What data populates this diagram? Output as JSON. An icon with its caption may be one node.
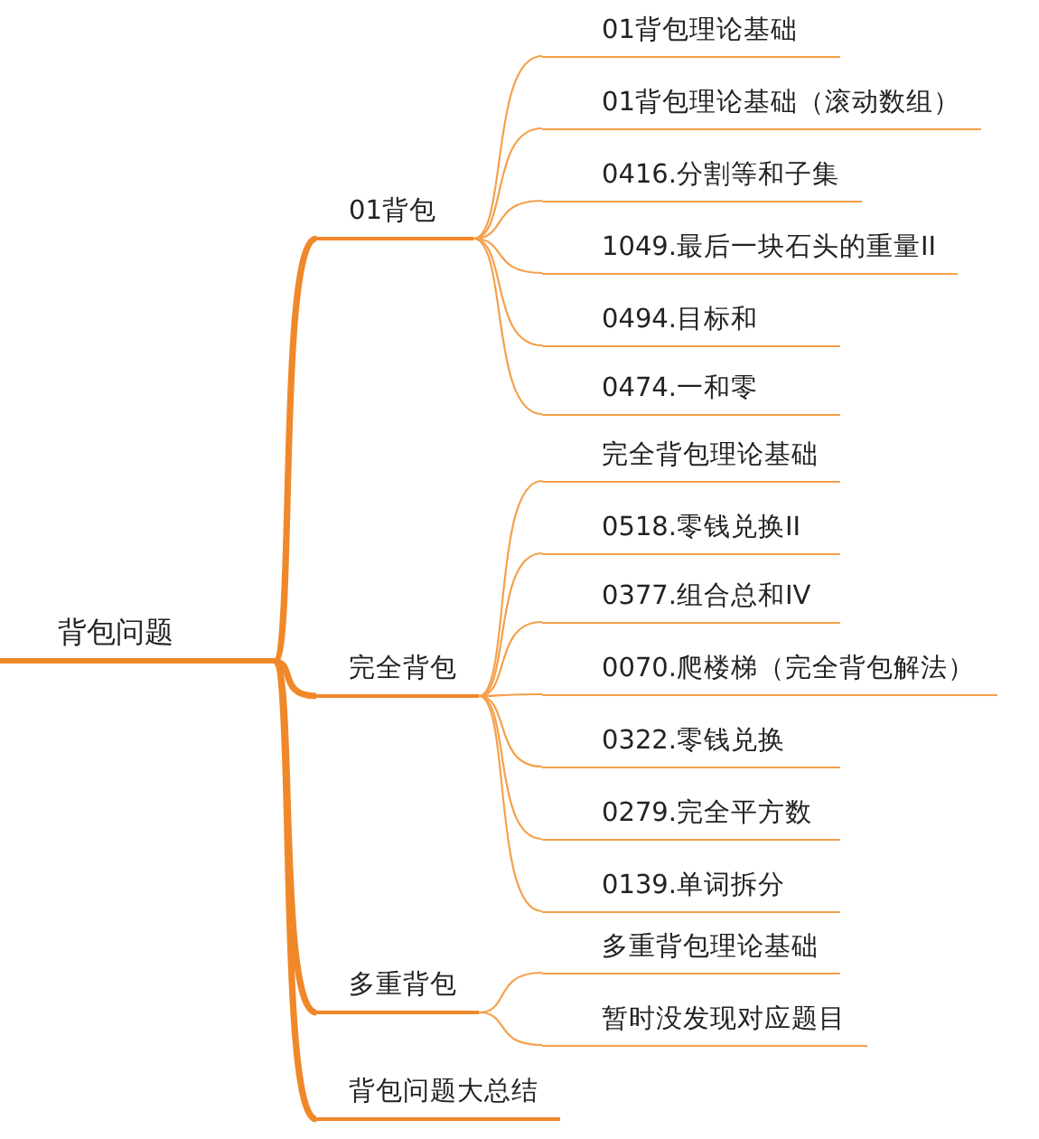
{
  "diagram": {
    "nodes": [
      {
        "text": [
          "背包问题"
        ]
      },
      {
        "text": [
          "01背包"
        ]
      },
      {
        "text": [
          "01背包理论基础"
        ]
      },
      {
        "text": [
          "01背包理论基础（滚动数组）"
        ]
      },
      {
        "text": [
          "0416.分割等和子集"
        ]
      },
      {
        "text": [
          "1049.最后一块石头的重量II"
        ]
      },
      {
        "text": [
          "0494.目标和"
        ]
      },
      {
        "text": [
          "0474.一和零"
        ]
      },
      {
        "text": [
          "完全背包"
        ]
      },
      {
        "text": [
          "完全背包理论基础"
        ]
      },
      {
        "text": [
          "0518.零钱兑换II"
        ]
      },
      {
        "text": [
          "0377.组合总和IV"
        ]
      },
      {
        "text": [
          "0070.爬楼梯（完全背包解法）"
        ]
      },
      {
        "text": [
          "0322.零钱兑换"
        ]
      },
      {
        "text": [
          "0279.完全平方数"
        ]
      },
      {
        "text": [
          "0139.单词拆分"
        ]
      },
      {
        "text": [
          "多重背包"
        ]
      },
      {
        "text": [
          "多重背包理论基础"
        ]
      },
      {
        "text": [
          "暂时没发现对应题目"
        ]
      },
      {
        "text": [
          "背包问题大总结"
        ]
      }
    ],
    "edges": [
      {
        "from": 0,
        "to": 1,
        "arrow": "none",
        "style": "thick"
      },
      {
        "from": 1,
        "to": 2,
        "arrow": "none"
      },
      {
        "from": 1,
        "to": 3,
        "arrow": "none"
      },
      {
        "from": 1,
        "to": 4,
        "arrow": "none"
      },
      {
        "from": 1,
        "to": 5,
        "arrow": "none"
      },
      {
        "from": 1,
        "to": 6,
        "arrow": "none"
      },
      {
        "from": 1,
        "to": 7,
        "arrow": "none"
      },
      {
        "from": 0,
        "to": 8,
        "arrow": "none",
        "style": "thick"
      },
      {
        "from": 8,
        "to": 9,
        "arrow": "none"
      },
      {
        "from": 8,
        "to": 10,
        "arrow": "none"
      },
      {
        "from": 8,
        "to": 11,
        "arrow": "none"
      },
      {
        "from": 8,
        "to": 12,
        "arrow": "none"
      },
      {
        "from": 8,
        "to": 13,
        "arrow": "none"
      },
      {
        "from": 8,
        "to": 14,
        "arrow": "none"
      },
      {
        "from": 8,
        "to": 15,
        "arrow": "none"
      },
      {
        "from": 0,
        "to": 16,
        "arrow": "none",
        "style": "thick"
      },
      {
        "from": 16,
        "to": 17,
        "arrow": "none"
      },
      {
        "from": 16,
        "to": 18,
        "arrow": "none"
      },
      {
        "from": 0,
        "to": 19,
        "arrow": "none",
        "style": "thick"
      }
    ]
  }
}
